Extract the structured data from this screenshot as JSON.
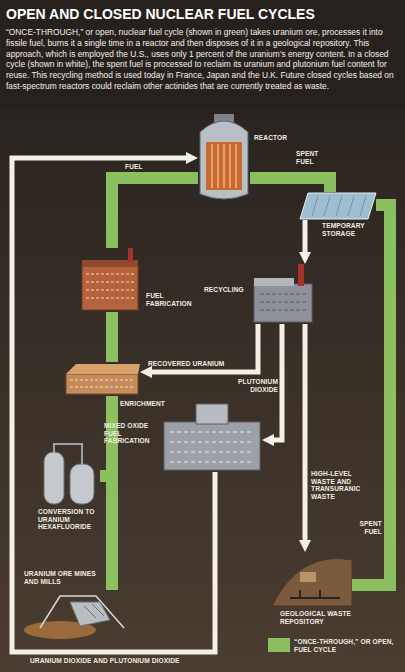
{
  "diagram": {
    "title": "OPEN AND CLOSED NUCLEAR FUEL CYCLES",
    "caption": "“ONCE-THROUGH,” or open, nuclear fuel cycle (shown in green) takes uranium ore, processes it into fissile fuel, burns it a single time in a reactor and then disposes of it in a geological repository. This approach, which is employed the U.S., uses only 1 percent of the uranium’s energy content. In a closed cycle (shown in white), the spent fuel is processed to reclaim its uranium and plutonium fuel content for reuse. This recycling method is used today in France, Japan and the U.K. Future closed cycles based on fast-spectrum reactors could reclaim other actinides that are currently treated as waste.",
    "nodes": [
      {
        "text": [
          "REACTOR"
        ]
      },
      {
        "text": [
          "TEMPORARY STORAGE"
        ]
      },
      {
        "text": [
          "RECYCLING"
        ]
      },
      {
        "text": [
          "FUEL FABRICATION"
        ]
      },
      {
        "text": [
          "ENRICHMENT"
        ]
      },
      {
        "text": [
          "MIXED OXIDE FUEL FABRICATION"
        ]
      },
      {
        "text": [
          "CONVERSION TO URANIUM HEXAFLUORIDE"
        ]
      },
      {
        "text": [
          "URANIUM ORE MINES AND MILLS"
        ]
      },
      {
        "text": [
          "GEOLOGICAL WASTE REPOSITORY"
        ]
      }
    ],
    "edges": [
      {
        "from": 3,
        "to": 0,
        "label": "FUEL",
        "arrow": "none"
      },
      {
        "from": 0,
        "to": 1,
        "label": "SPENT FUEL",
        "arrow": "none"
      },
      {
        "from": 1,
        "to": 2,
        "arrow": "to"
      },
      {
        "from": 1,
        "to": 8,
        "label": "SPENT FUEL",
        "arrow": "none"
      },
      {
        "from": 2,
        "to": 4,
        "label": "RECOVERED URANIUM",
        "arrow": "to"
      },
      {
        "from": 2,
        "to": 5,
        "label": "PLUTONIUM DIOXIDE",
        "arrow": "to"
      },
      {
        "from": 2,
        "to": 8,
        "label": "HIGH-LEVEL WASTE AND TRANSURANIC WASTE",
        "arrow": "to"
      },
      {
        "from": 7,
        "to": 6,
        "arrow": "none"
      },
      {
        "from": 6,
        "to": 4,
        "arrow": "none"
      },
      {
        "from": 4,
        "to": 3,
        "arrow": "none"
      },
      {
        "from": 5,
        "to": 0,
        "label": "URANIUM DIOXIDE AND PLUTONIUM DIOXIDE",
        "arrow": "to"
      }
    ],
    "legend": [
      {
        "text": "“ONCE-THROUGH,” OR OPEN, FUEL CYCLE",
        "color": "#8cbf5f"
      }
    ]
  }
}
